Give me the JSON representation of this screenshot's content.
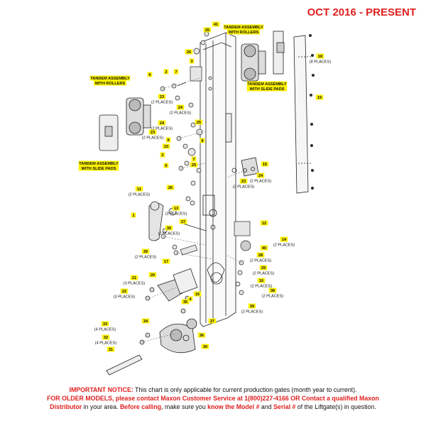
{
  "header": {
    "date_range": "OCT 2016 - PRESENT"
  },
  "callouts": {
    "tandem_rollers_a": [
      "TANDEM ASSEMBLY",
      "WITH ROLLERS"
    ],
    "tandem_rollers_b": [
      "TANDEM ASSEMBLY",
      "WITH ROLLERS"
    ],
    "tandem_pads_a": [
      "TANDEM ASSEMBLY",
      "WITH SLIDE PADS"
    ],
    "tandem_pads_b": [
      "TANDEM ASSEMBLY",
      "WITH SLIDE PADS"
    ]
  },
  "labels": [
    {
      "id": "41",
      "num": "41",
      "qty": ""
    },
    {
      "id": "25a",
      "num": "25",
      "qty": ""
    },
    {
      "id": "26a",
      "num": "26",
      "qty": ""
    },
    {
      "id": "3",
      "num": "3",
      "qty": ""
    },
    {
      "id": "6a",
      "num": "6",
      "qty": ""
    },
    {
      "id": "2a",
      "num": "2",
      "qty": ""
    },
    {
      "id": "7a",
      "num": "7",
      "qty": ""
    },
    {
      "id": "23a",
      "num": "23",
      "qty": "(2 PLACES)"
    },
    {
      "id": "24a",
      "num": "24",
      "qty": "(2 PLACES)"
    },
    {
      "id": "24b",
      "num": "24",
      "qty": "(2 PLACES)"
    },
    {
      "id": "23b",
      "num": "23",
      "qty": "(2 PLACES)"
    },
    {
      "id": "25b",
      "num": "25",
      "qty": ""
    },
    {
      "id": "9",
      "num": "9",
      "qty": ""
    },
    {
      "id": "10",
      "num": "10",
      "qty": ""
    },
    {
      "id": "8",
      "num": "8",
      "qty": ""
    },
    {
      "id": "2b",
      "num": "2",
      "qty": ""
    },
    {
      "id": "7b",
      "num": "7",
      "qty": ""
    },
    {
      "id": "6b",
      "num": "6",
      "qty": ""
    },
    {
      "id": "25c",
      "num": "25",
      "qty": ""
    },
    {
      "id": "26b",
      "num": "26",
      "qty": ""
    },
    {
      "id": "18",
      "num": "18",
      "qty": "(8 PLACES)"
    },
    {
      "id": "19",
      "num": "19",
      "qty": ""
    },
    {
      "id": "15",
      "num": "15",
      "qty": ""
    },
    {
      "id": "24c",
      "num": "24",
      "qty": "(2 PLACES)"
    },
    {
      "id": "23c",
      "num": "23",
      "qty": "(2 PLACES)"
    },
    {
      "id": "11",
      "num": "11",
      "qty": "(2 PLACES)"
    },
    {
      "id": "13",
      "num": "13",
      "qty": "(2 PLACES)"
    },
    {
      "id": "1",
      "num": "1",
      "qty": ""
    },
    {
      "id": "27",
      "num": "27",
      "qty": ""
    },
    {
      "id": "12",
      "num": "12",
      "qty": ""
    },
    {
      "id": "14",
      "num": "14",
      "qty": "(2 PLACES)"
    },
    {
      "id": "30",
      "num": "30",
      "qty": "(2 PLACES)"
    },
    {
      "id": "40",
      "num": "40",
      "qty": ""
    },
    {
      "id": "39a",
      "num": "39",
      "qty": "(2 PLACES)"
    },
    {
      "id": "17",
      "num": "17",
      "qty": ""
    },
    {
      "id": "28",
      "num": "28",
      "qty": "(2 PLACES)"
    },
    {
      "id": "29",
      "num": "29",
      "qty": "(2 PLACES)"
    },
    {
      "id": "20",
      "num": "20",
      "qty": ""
    },
    {
      "id": "21",
      "num": "21",
      "qty": "(3 PLACES)"
    },
    {
      "id": "22",
      "num": "22",
      "qty": "(3 PLACES)"
    },
    {
      "id": "16a",
      "num": "16",
      "qty": "(2 PLACES)"
    },
    {
      "id": "38",
      "num": "38",
      "qty": "(2 PLACES)"
    },
    {
      "id": "16b",
      "num": "16",
      "qty": ""
    },
    {
      "id": "4",
      "num": "4",
      "qty": ""
    },
    {
      "id": "35",
      "num": "35",
      "qty": ""
    },
    {
      "id": "39b",
      "num": "39",
      "qty": "(2 PLACES)"
    },
    {
      "id": "37",
      "num": "37",
      "qty": ""
    },
    {
      "id": "34",
      "num": "34",
      "qty": ""
    },
    {
      "id": "33",
      "num": "33",
      "qty": "(4 PLACES)"
    },
    {
      "id": "32",
      "num": "32",
      "qty": "(4 PLACES)"
    },
    {
      "id": "36",
      "num": "36",
      "qty": ""
    },
    {
      "id": "31",
      "num": "31",
      "qty": ""
    },
    {
      "id": "30b",
      "num": "30",
      "qty": ""
    }
  ],
  "notice": {
    "l1_red": "IMPORTANT NOTICE:",
    "l1_rest": " This chart is only applicable for current production gates (month year to current).",
    "l2_red": "FOR OLDER MODELS, please contact Maxon Customer Service at 1(800)227-4166 OR Contact a qualified Maxon",
    "l3_red": "Distributor",
    "l3_a": " in your area. ",
    "l3_b": "Before calling",
    "l3_c": ", make sure you ",
    "l3_d": "know the Model #",
    "l3_e": " and ",
    "l3_f": "Serial #",
    "l3_g": " of the Liftgate(s) in question."
  }
}
